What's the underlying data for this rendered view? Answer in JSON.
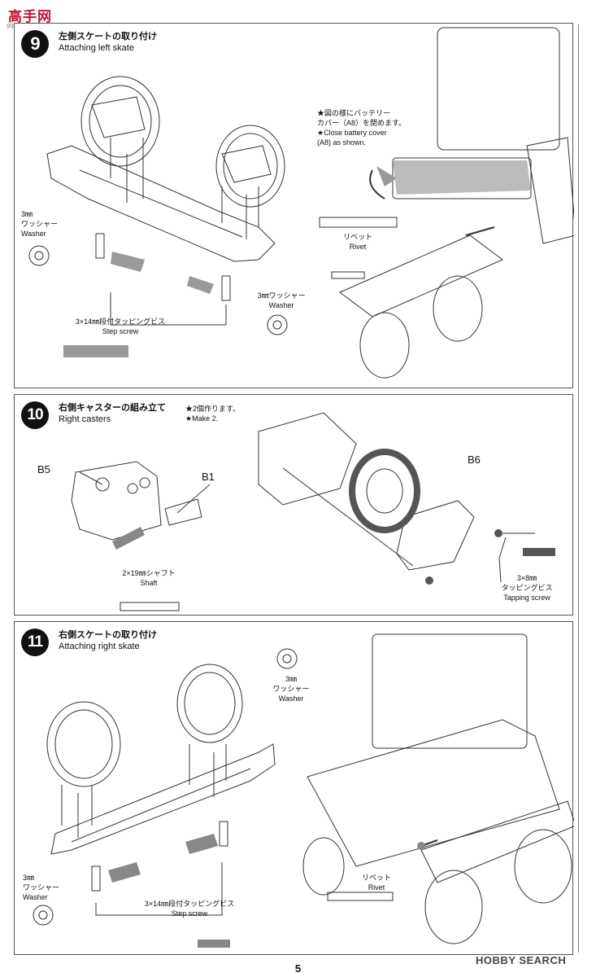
{
  "watermark": {
    "chinese": "高手网",
    "url": "ggo-shou.com"
  },
  "steps": [
    {
      "number": "9",
      "title_jp": "左側スケートの取り付け",
      "title_en": "Attaching left skate",
      "note_jp_1": "★図の様にバッテリー",
      "note_jp_2": "カバー（A8）を閉めます。",
      "note_en_1": "★Close battery cover",
      "note_en_2": "(A8) as shown.",
      "washer_left_jp": "3㎜",
      "washer_left_jp2": "ワッシャー",
      "washer_left_en": "Washer",
      "washer_right_jp": "3㎜ワッシャー",
      "washer_right_en": "Washer",
      "screw_jp": "3×14㎜段付タッピングビス",
      "screw_en": "Step screw",
      "rivet_jp": "リベット",
      "rivet_en": "Rivet"
    },
    {
      "number": "10",
      "title_jp": "右側キャスターの組み立て",
      "title_en": "Right casters",
      "note_jp": "★2個作ります。",
      "note_en": "★Make 2.",
      "part_b5": "B5",
      "part_b1": "B1",
      "part_b6": "B6",
      "shaft_jp": "2×19㎜シャフト",
      "shaft_en": "Shaft",
      "screw_jp_1": "3×8㎜",
      "screw_jp_2": "タッピングビス",
      "screw_en": "Tapping screw"
    },
    {
      "number": "11",
      "title_jp": "右側スケートの取り付け",
      "title_en": "Attaching right skate",
      "washer_top_jp": "3㎜",
      "washer_top_jp2": "ワッシャー",
      "washer_top_en": "Washer",
      "washer_left_jp": "3㎜",
      "washer_left_jp2": "ワッシャー",
      "washer_left_en": "Washer",
      "screw_jp": "3×14㎜段付タッピングビス",
      "screw_en": "Step screw",
      "rivet_jp": "リベット",
      "rivet_en": "Rivet"
    }
  ],
  "page_number": "5",
  "footer_brand": "HOBBY SEARCH",
  "colors": {
    "badge": "#111111",
    "watermark": "#c8102e",
    "line": "#333333"
  }
}
